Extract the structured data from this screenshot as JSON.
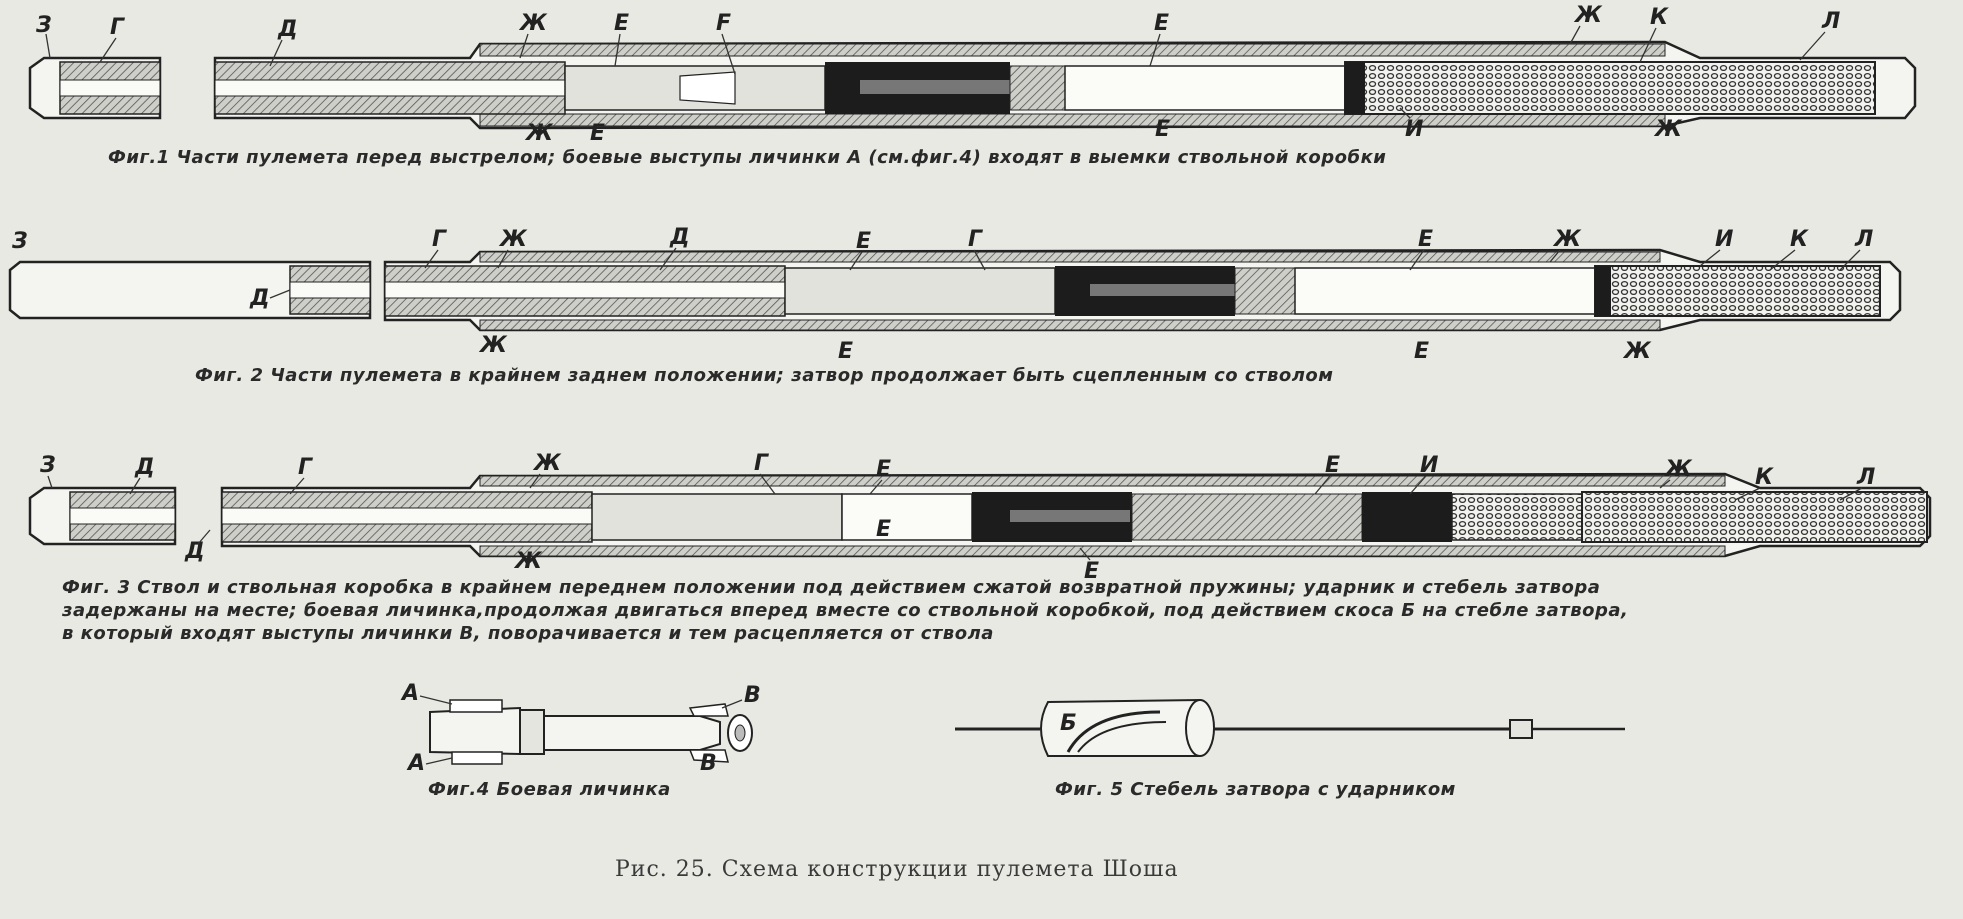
{
  "figures": {
    "fig1": {
      "caption": "Фиг.1   Части пулемета перед выстрелом; боевые выступы личинки  А  (см.фиг.4) входят в выемки  ствольной  коробки",
      "labels": {
        "z": "З",
        "g": "Г",
        "d": "Д",
        "zh_top": "Ж",
        "e_top1": "Е",
        "f": "F",
        "e_top2": "Е",
        "zh_top2": "Ж",
        "k": "К",
        "l": "Л",
        "zh_bot": "Ж",
        "e_bot1": "Е",
        "e_bot2": "Е",
        "i": "И",
        "zh_bot2": "Ж"
      }
    },
    "fig2": {
      "caption": "Фиг. 2   Части пулемета  в крайнем заднем положении; затвор продолжает быть  сцепленным  со стволом",
      "labels": {
        "z": "З",
        "d_in": "Д",
        "g": "Г",
        "zh_top": "Ж",
        "d": "Д",
        "e_top1": "Е",
        "g2": "Г",
        "e_top2": "Е",
        "zh_top2": "Ж",
        "i": "И",
        "k": "К",
        "l": "Л",
        "zh_bot": "Ж",
        "e_bot1": "Е",
        "e_bot2": "Е",
        "zh_bot2": "Ж"
      }
    },
    "fig3": {
      "caption_lines": [
        "Фиг. 3   Ствол и ствольная коробка в крайнем переднем положении  под действием сжатой возвратной пружины; ударник и стебель затвора",
        "задержаны на месте; боевая личинка,продолжая двигаться вперед вместе со ствольной коробкой, под действием скоса Б на стебле затвора,",
        "в который входят выступы личинки В, поворачивается  и  тем  расцепляется  от  ствола"
      ],
      "labels": {
        "z": "З",
        "d": "Д",
        "d_bot": "Д",
        "g": "Г",
        "zh_top": "Ж",
        "g2": "Г",
        "e_top1": "Е",
        "e_mid": "Е",
        "e_top2": "Е",
        "i": "И",
        "zh_top2": "Ж",
        "k": "К",
        "l": "Л",
        "zh_bot": "Ж",
        "e_bot": "Е"
      }
    },
    "fig4": {
      "caption": "Фиг.4   Боевая  личинка",
      "labels": {
        "a_top": "А",
        "a_bot": "А",
        "v_top": "В",
        "v_bot": "В"
      }
    },
    "fig5": {
      "caption": "Фиг. 5    Стебель  затвора  с  ударником",
      "labels": {
        "b": "Б"
      }
    }
  },
  "title": "Рис. 25. Схема конструкции пулемета Шоша"
}
